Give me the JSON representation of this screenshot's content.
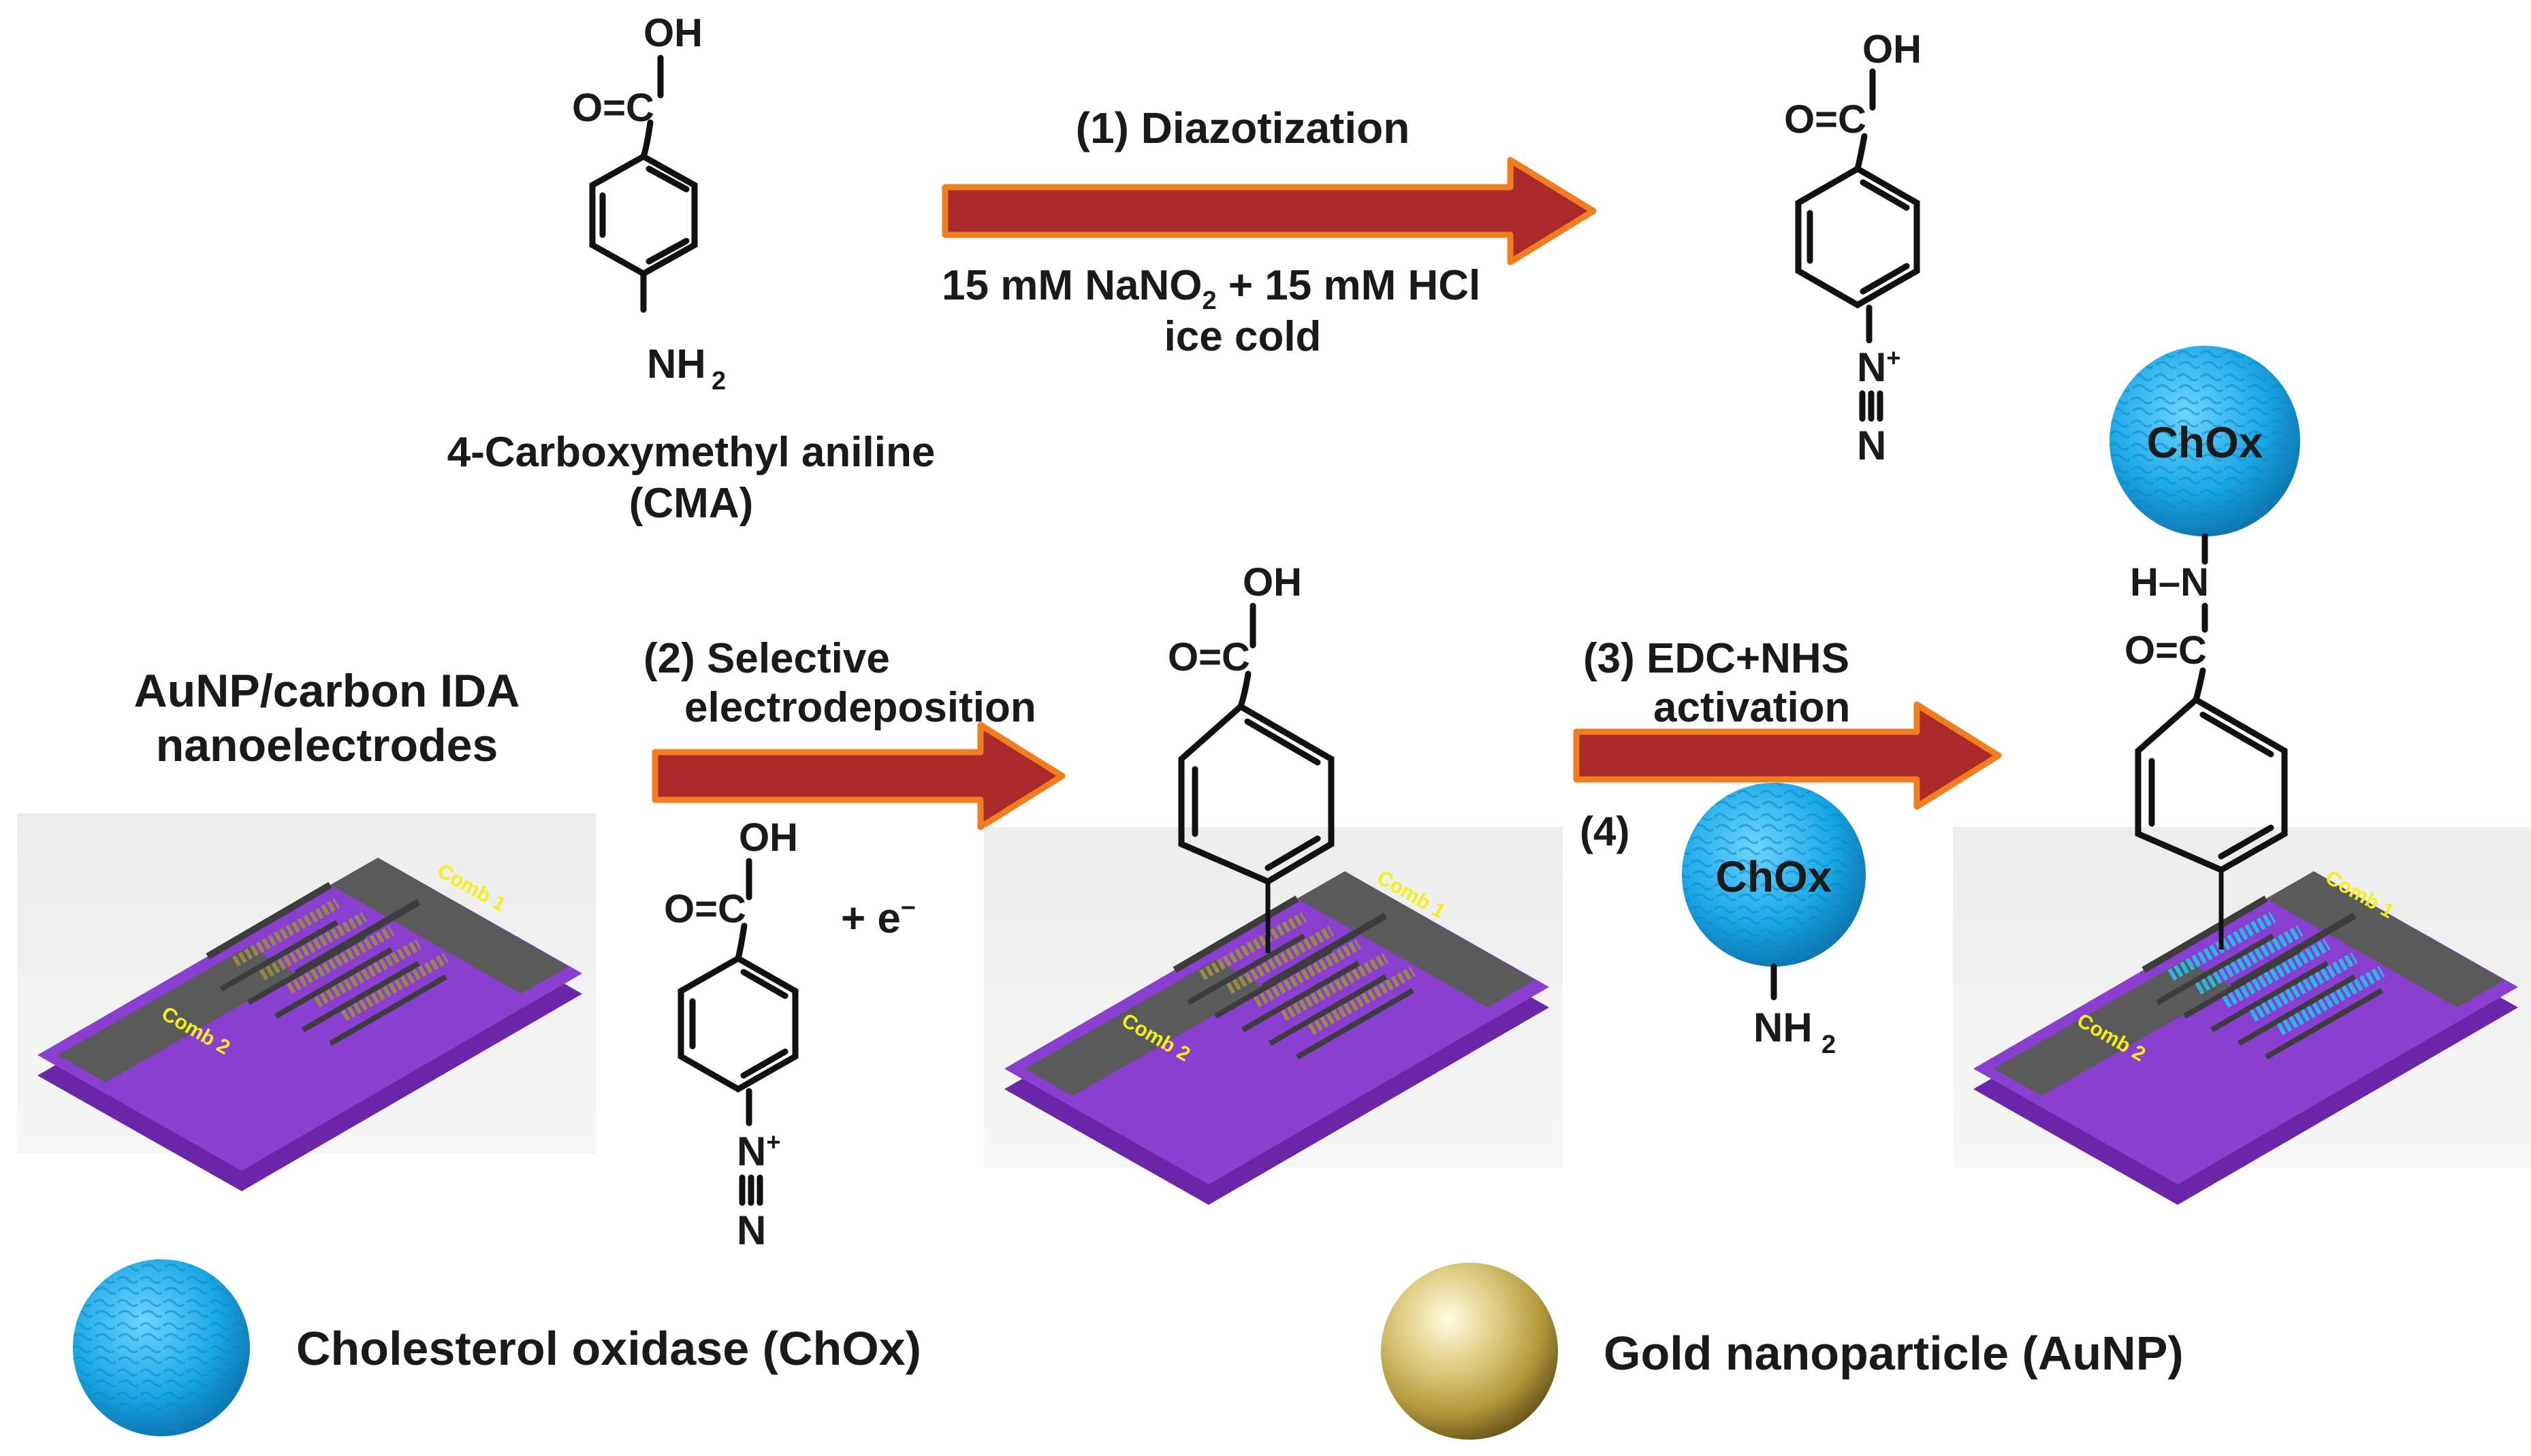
{
  "top_row": {
    "cma_name_line1": "4-Carboxymethyl aniline",
    "cma_name_line2": "(CMA)",
    "step1_title": "(1) Diazotization",
    "step1_reagent_prefix": "15 mM NaNO",
    "step1_reagent_sub": "2",
    "step1_reagent_suffix": " + 15 mM HCl",
    "step1_condition": "ice cold"
  },
  "middle_row": {
    "electrode_title_line1": "AuNP/carbon IDA",
    "electrode_title_line2": "nanoelectrodes",
    "step2_title_line1": "(2) Selective",
    "step2_title_line2": "electrodeposition",
    "electron_term": "+ e",
    "electron_charge": "−",
    "step3_title_line1": "(3) EDC+NHS",
    "step3_title_line2": "activation",
    "step4_label": "(4)"
  },
  "chemistry": {
    "oh": "OH",
    "o_eq": "O=C",
    "nh": "NH",
    "nh_sub": "2",
    "n_plus": "N",
    "plus": "+",
    "n_triple": "N",
    "h_n": "H–N",
    "n_amide": "N",
    "chox": "ChOx"
  },
  "chip": {
    "comb1": "Comb 1",
    "comb2": "Comb 2"
  },
  "legend": {
    "chox_label": "Cholesterol oxidase (ChOx)",
    "aunp_label": "Gold nanoparticle (AuNP)"
  },
  "colors": {
    "arrow_fill": "#a82a2a",
    "arrow_stroke": "#f07d1e",
    "chip_purple": "#8a3fd0",
    "comb_gray": "#5a5a5a",
    "chox_blue": "#1aa8e6",
    "gold": "#c9b45a"
  }
}
